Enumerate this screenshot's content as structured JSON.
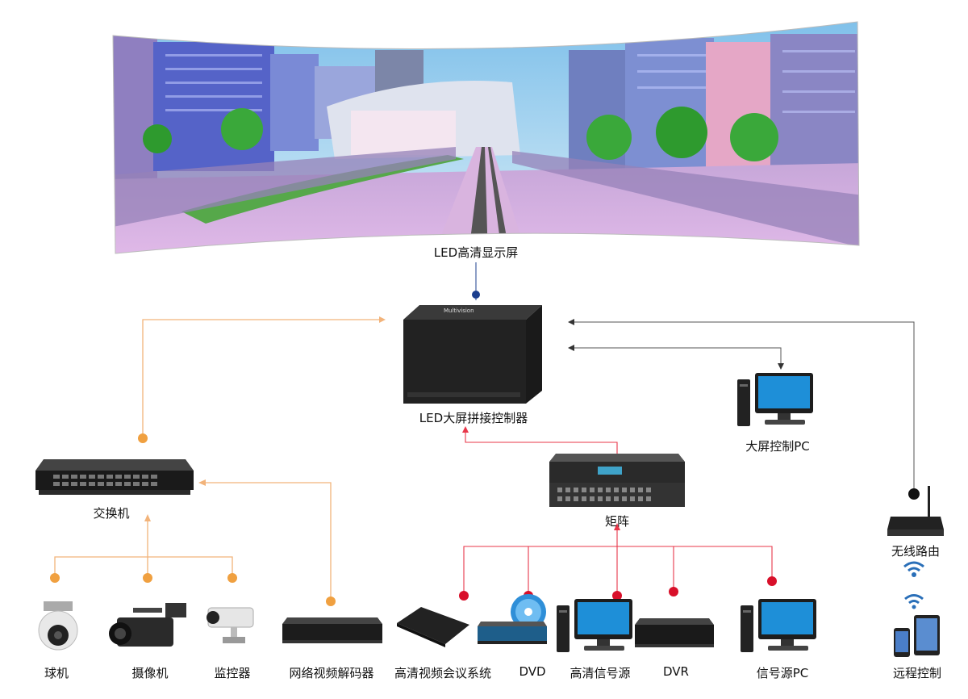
{
  "labels": {
    "led_screen": "LED高清显示屏",
    "controller": "LED大屏拼接控制器",
    "control_pc": "大屏控制PC",
    "switch": "交换机",
    "matrix": "矩阵",
    "wireless_router": "无线路由",
    "dome_camera": "球机",
    "camcorder": "摄像机",
    "monitor_camera": "监控器",
    "net_decoder": "网络视频解码器",
    "hd_conference": "高清视频会议系统",
    "dvd": "DVD",
    "hd_source": "高清信号源",
    "dvr": "DVR",
    "source_pc": "信号源PC",
    "remote_control": "远程控制"
  },
  "controller_brand": "Multivision",
  "colors": {
    "orange_line": "#f2b37a",
    "orange_dot": "#f0a040",
    "red_line": "#e8374a",
    "red_dot": "#d8102a",
    "gray_line": "#555555",
    "blue_dot": "#1b3e8e"
  }
}
